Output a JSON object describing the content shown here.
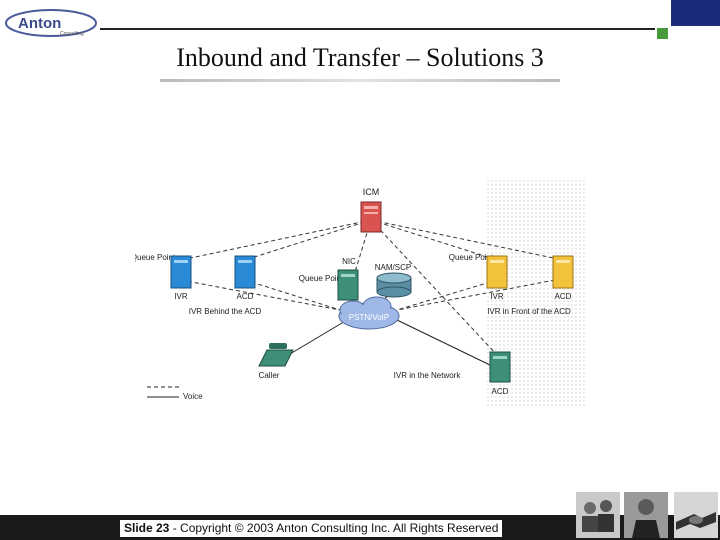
{
  "header": {
    "logo_text": "Anton",
    "logo_subtext": "Consulting"
  },
  "title": "Inbound and Transfer – Solutions 3",
  "diagram": {
    "nodes": {
      "icm": "ICM",
      "queue_point_left": "Queue Point",
      "ivr_left": "IVR",
      "acd_left": "ACD",
      "group_behind": "IVR Behind the ACD",
      "nic": "NIC",
      "nam_scp": "NAM/SCP",
      "queue_point_center": "Queue Point",
      "pstn": "PSTN/VoIP",
      "queue_point_right": "Queue Point",
      "ivr_right": "IVR",
      "acd_right": "ACD",
      "group_front": "IVR in Front of the ACD",
      "caller": "Caller",
      "ivr_network": "IVR in the Network",
      "acd_bottom": "ACD"
    },
    "legend": {
      "voice": "Voice"
    },
    "colors": {
      "icm": "#d9534f",
      "blue": "#2a8ad6",
      "yellow": "#f2c23a",
      "teal": "#3d8f78"
    }
  },
  "footer": {
    "slide_label": "Slide 23",
    "copyright": "- Copyright © 2003 Anton Consulting Inc.  All Rights Reserved"
  }
}
